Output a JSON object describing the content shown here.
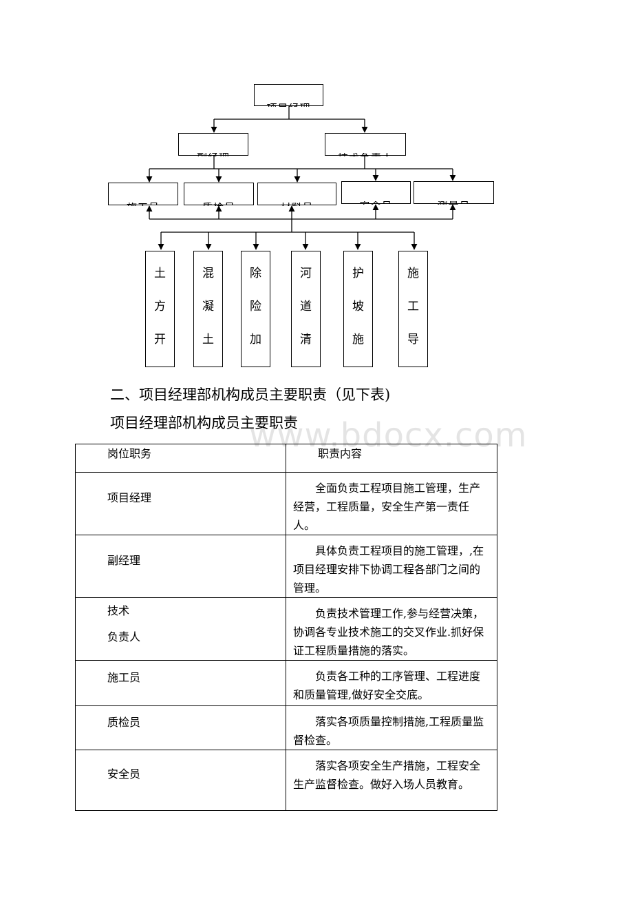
{
  "org_chart": {
    "top_box": "项目经理",
    "level2": [
      "副经理",
      "技术负责人"
    ],
    "level3": [
      "施工员",
      "质检员",
      "材料员",
      "安全员",
      "测量员"
    ],
    "teams": [
      {
        "lines": [
          "土",
          "方",
          "开"
        ]
      },
      {
        "lines": [
          "混",
          "凝",
          "土"
        ]
      },
      {
        "lines": [
          "除",
          "险",
          "加"
        ]
      },
      {
        "lines": [
          "河",
          "道",
          "清"
        ]
      },
      {
        "lines": [
          "护",
          "坡",
          "施"
        ]
      },
      {
        "lines": [
          "施",
          "工",
          "导"
        ]
      }
    ]
  },
  "section_heading": "二、项目经理部机构成员主要职责（见下表)",
  "table_title": "项目经理部机构成员主要职责",
  "watermark": "www.bdocx.com",
  "table": {
    "headers": [
      "岗位职务",
      "职责内容"
    ],
    "rows": [
      {
        "role": "项目经理",
        "duty": "全面负责工程项目施工管理，生产经营，工程质量，安全生产第一责任人。"
      },
      {
        "role": "副经理",
        "duty": "具体负责工程项目的施工管理，,在项目经理安排下协调工程各部门之间的管理。"
      },
      {
        "role_lines": [
          "技术",
          "负责人"
        ],
        "duty": "负责技术管理工作,参与经营决策，协调各专业技术施工的交叉作业.抓好保证工程质量措施的落实。"
      },
      {
        "role": "施工员",
        "duty": "负责各工种的工序管理、工程进度和质量管理,做好安全交底。"
      },
      {
        "role": "质检员",
        "duty": "落实各项质量控制措施,工程质量监督检查。"
      },
      {
        "role": "安全员",
        "duty": "落实各项安全生产措施，工程安全生产监督检查。做好入场人员教育。"
      }
    ]
  }
}
